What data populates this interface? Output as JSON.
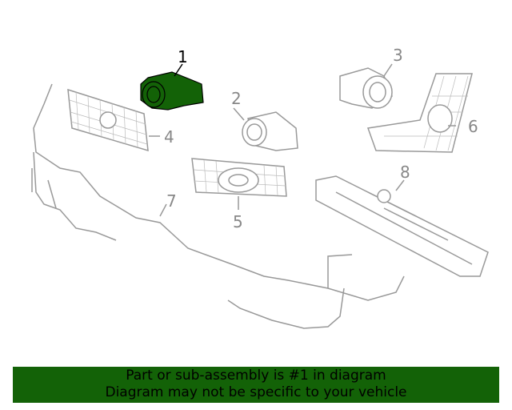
{
  "callouts": [
    "1",
    "2",
    "3",
    "4",
    "5",
    "6",
    "7",
    "8"
  ],
  "highlight_color": "#136207",
  "banner": {
    "line1": "Part or sub-assembly is #1 in diagram",
    "line2": "Diagram may not be specific to your vehicle"
  }
}
